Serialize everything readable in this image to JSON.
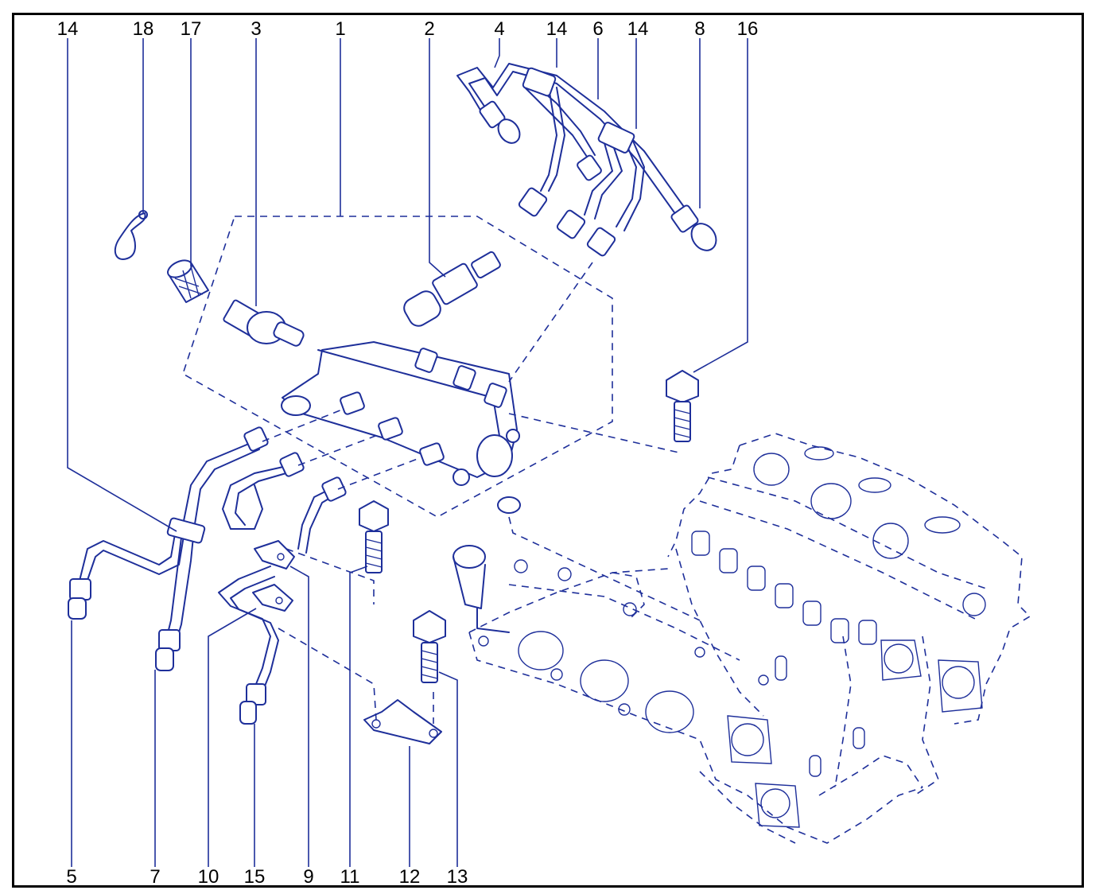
{
  "diagram": {
    "callouts": [
      {
        "id": "14-left-top",
        "text": "14"
      },
      {
        "id": "18",
        "text": "18"
      },
      {
        "id": "17",
        "text": "17"
      },
      {
        "id": "3",
        "text": "3"
      },
      {
        "id": "1",
        "text": "1"
      },
      {
        "id": "2",
        "text": "2"
      },
      {
        "id": "4",
        "text": "4"
      },
      {
        "id": "14-mid-top",
        "text": "14"
      },
      {
        "id": "6",
        "text": "6"
      },
      {
        "id": "14-right-top",
        "text": "14"
      },
      {
        "id": "8",
        "text": "8"
      },
      {
        "id": "16",
        "text": "16"
      },
      {
        "id": "5",
        "text": "5"
      },
      {
        "id": "7",
        "text": "7"
      },
      {
        "id": "10",
        "text": "10"
      },
      {
        "id": "15",
        "text": "15"
      },
      {
        "id": "9",
        "text": "9"
      },
      {
        "id": "11",
        "text": "11"
      },
      {
        "id": "12",
        "text": "12"
      },
      {
        "id": "13",
        "text": "13"
      }
    ],
    "colors": {
      "line": "#1e2f9a",
      "label": "#000000",
      "frame": "#000000",
      "background": "#ffffff"
    }
  }
}
